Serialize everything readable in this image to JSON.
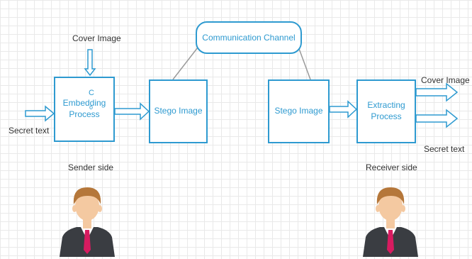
{
  "labels": {
    "cover_image_in": "Cover Image",
    "secret_text_in": "Secret text",
    "cover_image_out": "Cover Image",
    "secret_text_out": "Secret text",
    "sender_side": "Sender side",
    "receiver_side": "Receiver side"
  },
  "boxes": {
    "embedding": "Embedding\nProcess",
    "embedding_overlay_c": "C",
    "embedding_overlay_o": "o",
    "stego_left": "Stego Image",
    "stego_right": "Stego Image",
    "extracting": "Extracting\nProcess",
    "channel": "Communication Channel"
  },
  "colors": {
    "accent": "#2e9ad0",
    "connector": "#9a9a9a",
    "suit": "#3a3d42",
    "tie": "#d81b60",
    "hair": "#b5773a",
    "skin": "#f4c9a1"
  }
}
